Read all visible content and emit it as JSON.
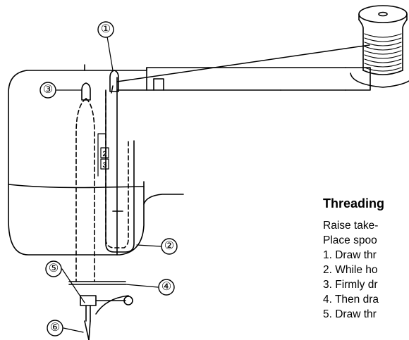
{
  "callouts": [
    {
      "id": "1",
      "label": "①"
    },
    {
      "id": "2",
      "label": "②"
    },
    {
      "id": "3",
      "label": "③"
    },
    {
      "id": "4",
      "label": "④"
    },
    {
      "id": "5",
      "label": "⑤"
    },
    {
      "id": "6",
      "label": "⑥"
    }
  ],
  "guide_marks": [
    "2",
    "3"
  ],
  "text": {
    "heading": "Threading",
    "intro": [
      "Raise take-",
      "Place spoo"
    ],
    "steps": [
      "1. Draw thr",
      "2. While ho",
      "3. Firmly dr",
      "4. Then dra",
      "5. Draw thr"
    ]
  }
}
